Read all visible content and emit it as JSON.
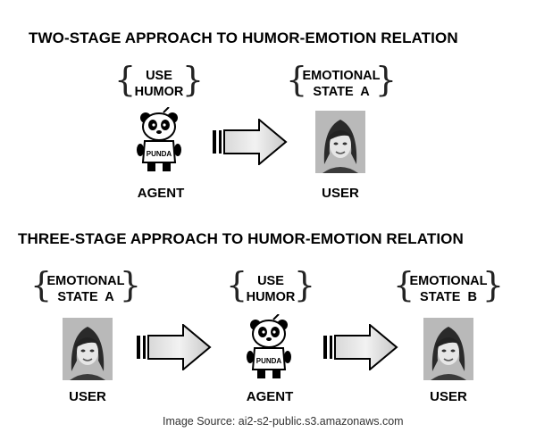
{
  "top": {
    "title": "TWO-STAGE APPROACH TO HUMOR-EMOTION RELATION",
    "nodes": [
      {
        "label_line1": "USE",
        "label_line2": "HUMOR",
        "caption": "AGENT"
      },
      {
        "label_line1": "EMOTIONAL",
        "label_line2": "STATE  A",
        "caption": "USER"
      }
    ]
  },
  "bottom": {
    "title": "THREE-STAGE APPROACH TO HUMOR-EMOTION RELATION",
    "nodes": [
      {
        "label_line1": "EMOTIONAL",
        "label_line2": "STATE  A",
        "caption": "USER"
      },
      {
        "label_line1": "USE",
        "label_line2": "HUMOR",
        "caption": "AGENT"
      },
      {
        "label_line1": "EMOTIONAL",
        "label_line2": "STATE  B",
        "caption": "USER"
      }
    ]
  },
  "panda_shirt_text": "PUNDA",
  "footer": {
    "source": "Image Source: ai2-s2-public.s3.amazonaws.com"
  }
}
